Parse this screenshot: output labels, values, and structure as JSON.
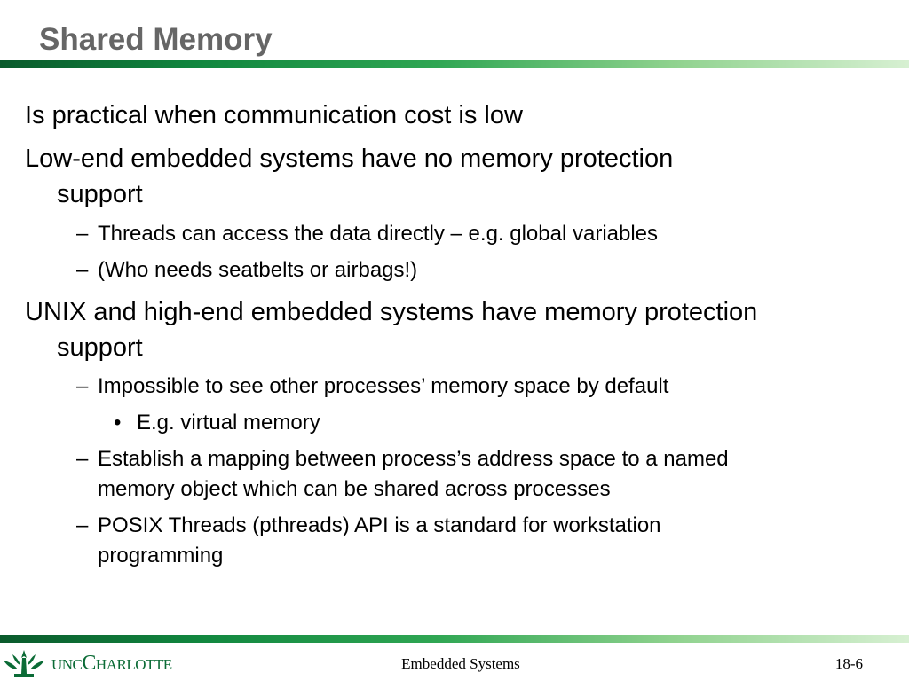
{
  "slide": {
    "title": "Shared Memory",
    "colors": {
      "title": "#666666",
      "bar_dark": "#0a5a2c",
      "bar_light": "#d7f0d2",
      "logo_green": "#0b6b36"
    },
    "bullets": [
      {
        "level": 1,
        "marker": "",
        "text": "Is practical when communication cost is low"
      },
      {
        "level": 1,
        "marker": "",
        "text": "Low-end embedded systems have no memory protection"
      },
      {
        "level": 1,
        "marker": "",
        "text": "support",
        "continuation": true
      },
      {
        "level": 2,
        "marker": "–",
        "text": "Threads can access the data directly – e.g. global variables"
      },
      {
        "level": 2,
        "marker": "–",
        "text": "(Who needs seatbelts or airbags!)"
      },
      {
        "level": 1,
        "marker": "",
        "text": "UNIX and high-end embedded systems have memory protection"
      },
      {
        "level": 1,
        "marker": "",
        "text": "support",
        "continuation": true
      },
      {
        "level": 2,
        "marker": "–",
        "text": "Impossible to see other processes’ memory space by default"
      },
      {
        "level": 3,
        "marker": "•",
        "text": "E.g. virtual memory"
      },
      {
        "level": 2,
        "marker": "–",
        "text": "Establish a mapping between process’s address space to a named"
      },
      {
        "level": 2,
        "marker": "",
        "text": "memory object which can be shared across processes",
        "continuation": true
      },
      {
        "level": 2,
        "marker": "–",
        "text": "POSIX Threads (pthreads) API is a standard for workstation"
      },
      {
        "level": 2,
        "marker": "",
        "text": "programming",
        "continuation": true
      }
    ]
  },
  "footer": {
    "course": "Embedded Systems",
    "page": "18-6",
    "logo_prefix": "UNC",
    "logo_big": "C",
    "logo_suffix": "HARLOTTE",
    "logo_icon": "unc-charlotte-crown-icon"
  }
}
